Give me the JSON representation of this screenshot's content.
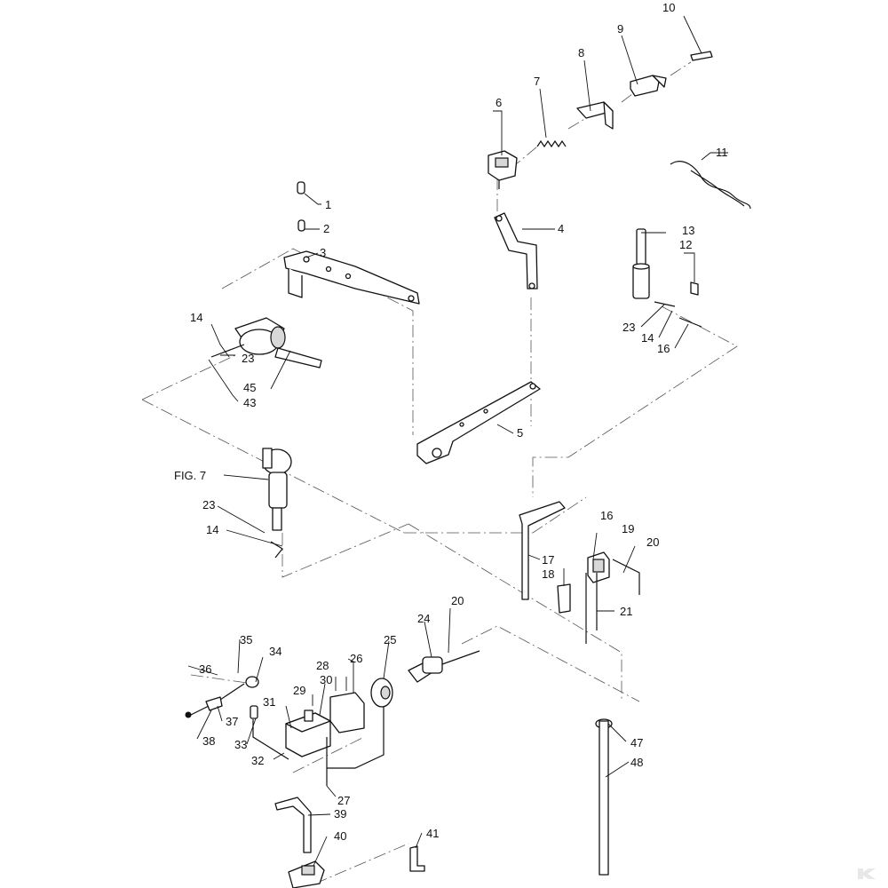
{
  "diagram": {
    "figure_label": "FIG. 7",
    "callouts": [
      {
        "id": "c1",
        "text": "1"
      },
      {
        "id": "c2",
        "text": "2"
      },
      {
        "id": "c3",
        "text": "3"
      },
      {
        "id": "c4",
        "text": "4"
      },
      {
        "id": "c5",
        "text": "5"
      },
      {
        "id": "c6",
        "text": "6"
      },
      {
        "id": "c7",
        "text": "7"
      },
      {
        "id": "c8",
        "text": "8"
      },
      {
        "id": "c9",
        "text": "9"
      },
      {
        "id": "c10",
        "text": "10"
      },
      {
        "id": "c11",
        "text": "11"
      },
      {
        "id": "c12",
        "text": "12"
      },
      {
        "id": "c13",
        "text": "13"
      },
      {
        "id": "c14a",
        "text": "14"
      },
      {
        "id": "c14b",
        "text": "14"
      },
      {
        "id": "c14c",
        "text": "14"
      },
      {
        "id": "c16a",
        "text": "16"
      },
      {
        "id": "c16b",
        "text": "16"
      },
      {
        "id": "c17",
        "text": "17"
      },
      {
        "id": "c18",
        "text": "18"
      },
      {
        "id": "c19",
        "text": "19"
      },
      {
        "id": "c20a",
        "text": "20"
      },
      {
        "id": "c20b",
        "text": "20"
      },
      {
        "id": "c21",
        "text": "21"
      },
      {
        "id": "c23a",
        "text": "23"
      },
      {
        "id": "c23b",
        "text": "23"
      },
      {
        "id": "c23c",
        "text": "23"
      },
      {
        "id": "c24",
        "text": "24"
      },
      {
        "id": "c25",
        "text": "25"
      },
      {
        "id": "c26",
        "text": "26"
      },
      {
        "id": "c27",
        "text": "27"
      },
      {
        "id": "c28",
        "text": "28"
      },
      {
        "id": "c29",
        "text": "29"
      },
      {
        "id": "c30",
        "text": "30"
      },
      {
        "id": "c31",
        "text": "31"
      },
      {
        "id": "c32",
        "text": "32"
      },
      {
        "id": "c33",
        "text": "33"
      },
      {
        "id": "c34",
        "text": "34"
      },
      {
        "id": "c35",
        "text": "35"
      },
      {
        "id": "c36",
        "text": "36"
      },
      {
        "id": "c37",
        "text": "37"
      },
      {
        "id": "c38",
        "text": "38"
      },
      {
        "id": "c39",
        "text": "39"
      },
      {
        "id": "c40",
        "text": "40"
      },
      {
        "id": "c41",
        "text": "41"
      },
      {
        "id": "c43",
        "text": "43"
      },
      {
        "id": "c45",
        "text": "45"
      },
      {
        "id": "c47",
        "text": "47"
      },
      {
        "id": "c48",
        "text": "48"
      }
    ]
  },
  "logo": {
    "icon": "k-logo-icon",
    "color": "#e8e8e8"
  }
}
